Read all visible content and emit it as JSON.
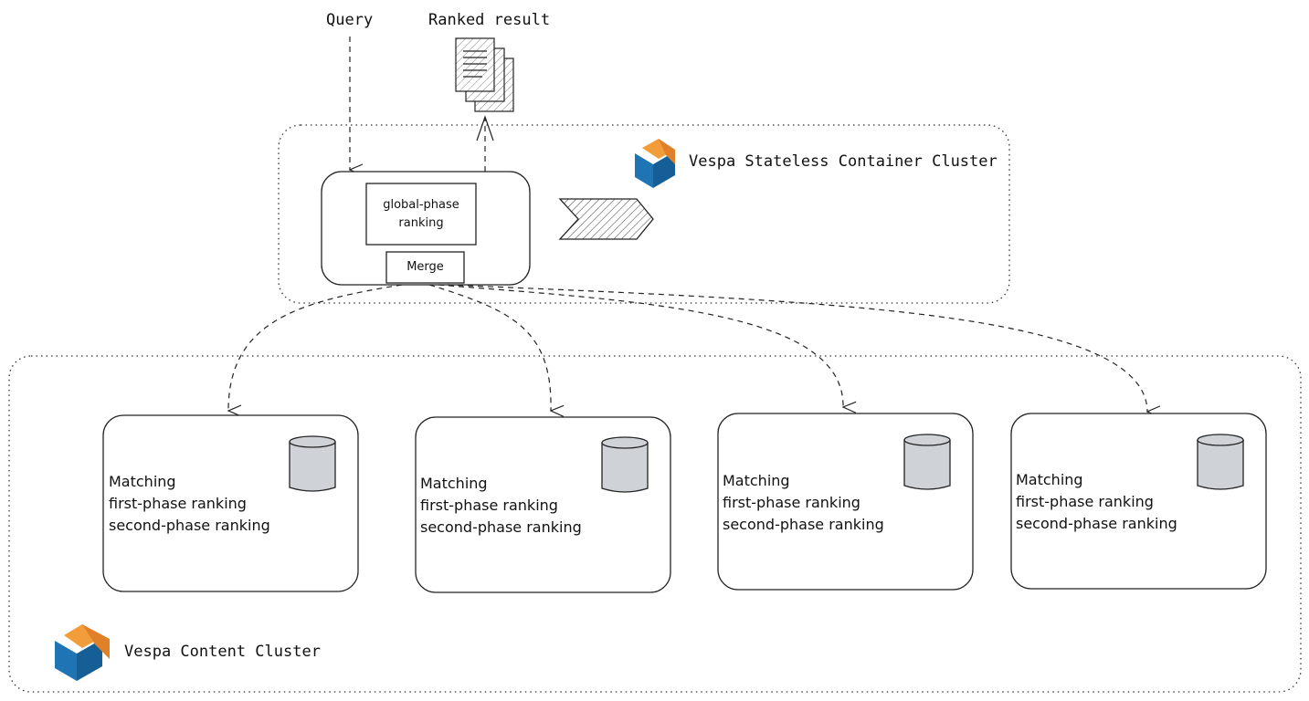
{
  "labels": {
    "query": "Query",
    "ranked_result": "Ranked result",
    "stateless_cluster": "Vespa Stateless Container Cluster",
    "content_cluster": "Vespa Content Cluster",
    "global_phase_line1": "global-phase",
    "global_phase_line2": "ranking",
    "merge": "Merge"
  },
  "content_nodes": [
    {
      "line1": "Matching",
      "line2": "first-phase ranking",
      "line3": "second-phase ranking"
    },
    {
      "line1": "Matching",
      "line2": "first-phase ranking",
      "line3": "second-phase ranking"
    },
    {
      "line1": "Matching",
      "line2": "first-phase ranking",
      "line3": "second-phase ranking"
    },
    {
      "line1": "Matching",
      "line2": "first-phase ranking",
      "line3": "second-phase ranking"
    }
  ],
  "colors": {
    "vespa_orange": "#f39c3a",
    "vespa_orange_dark": "#e0812a",
    "vespa_blue": "#1f74b4",
    "vespa_blue_dark": "#155e96",
    "database": "#cfd3d8"
  },
  "icons": [
    "vespa-logo-icon",
    "document-stack-icon",
    "database-icon",
    "arrow-chevron-icon"
  ]
}
